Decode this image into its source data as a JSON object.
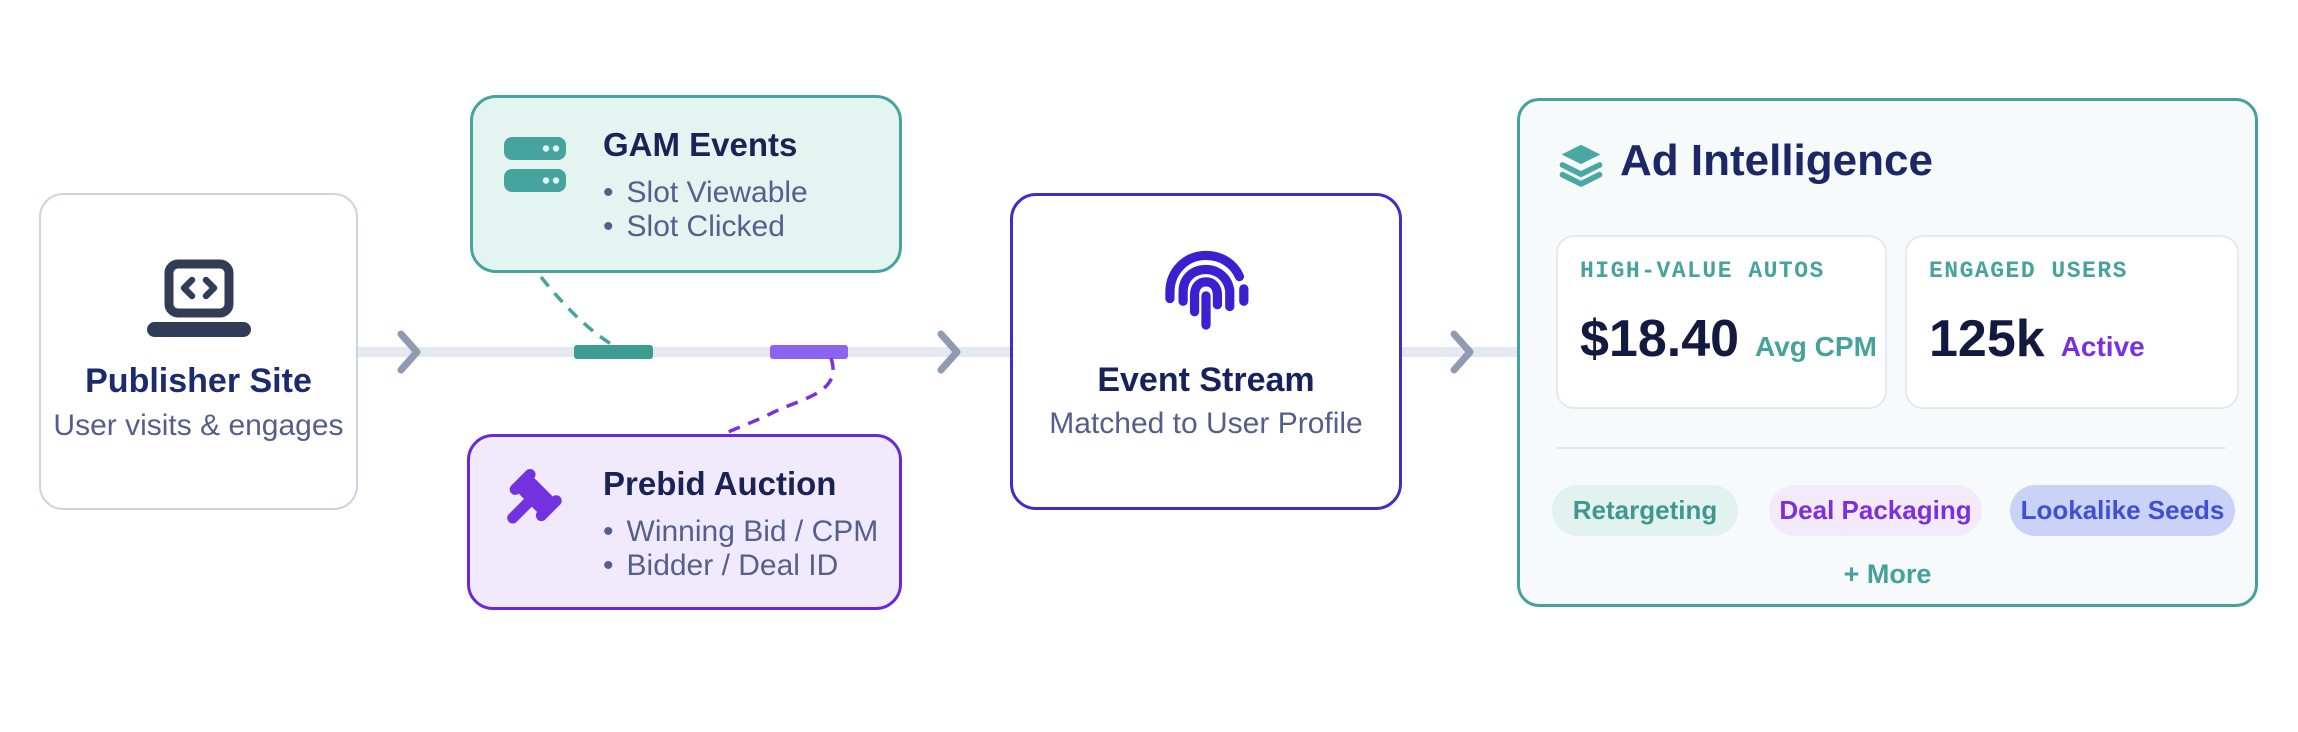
{
  "diagram": {
    "publisher": {
      "title": "Publisher Site",
      "subtitle": "User visits & engages"
    },
    "gam": {
      "title": "GAM Events",
      "bullets": [
        "Slot Viewable",
        "Slot Clicked"
      ]
    },
    "prebid": {
      "title": "Prebid Auction",
      "bullets": [
        "Winning Bid / CPM",
        "Bidder / Deal ID"
      ]
    },
    "event_stream": {
      "title": "Event Stream",
      "subtitle": "Matched to User Profile"
    },
    "ad_intelligence": {
      "title": "Ad Intelligence",
      "cards": [
        {
          "label": "HIGH-VALUE AUTOS",
          "value": "$18.40",
          "suffix": "Avg CPM"
        },
        {
          "label": "ENGAGED USERS",
          "value": "125k",
          "suffix": "Active"
        }
      ],
      "chips": [
        "Retargeting",
        "Deal Packaging",
        "Lookalike Seeds"
      ],
      "more_label": "+ More"
    },
    "colors": {
      "teal": "#45A49D",
      "mint_bg": "#E4F4F1",
      "purple": "#7B2FE0",
      "purple_border": "#6B28D9",
      "lavender_bg": "#F1EAFC",
      "indigo": "#3E2DC6",
      "fingerprint": "#3A20CE",
      "navy": "#1B2766",
      "slate_text": "#555F8E",
      "line_gray": "#E4E8EF",
      "chevron_gray": "#8E9BB2",
      "tick_purple": "#8A64EE",
      "tick_teal": "#3E9C95"
    }
  }
}
